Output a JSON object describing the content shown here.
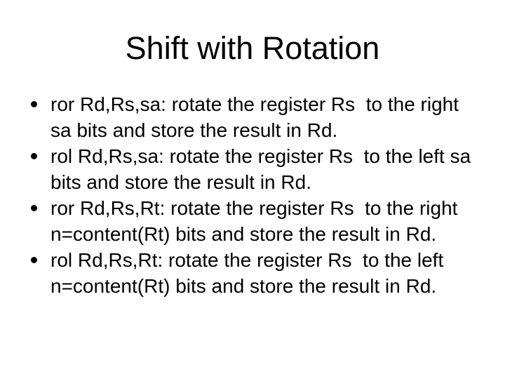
{
  "slide": {
    "title": "Shift with Rotation",
    "background_color": "#ffffff",
    "text_color": "#000000",
    "bullets": [
      {
        "text": "ror Rd,Rs,sa: rotate the register Rs  to the right\nsa bits and store the result in Rd."
      },
      {
        "text": "rol Rd,Rs,sa: rotate the register Rs  to the left sa\nbits and store the result in Rd."
      },
      {
        "text": "ror Rd,Rs,Rt: rotate the register Rs  to the right\nn=content(Rt) bits and store the result in Rd."
      },
      {
        "text": "rol Rd,Rs,Rt: rotate the register Rs  to the left\nn=content(Rt) bits and store the result in Rd."
      }
    ]
  }
}
